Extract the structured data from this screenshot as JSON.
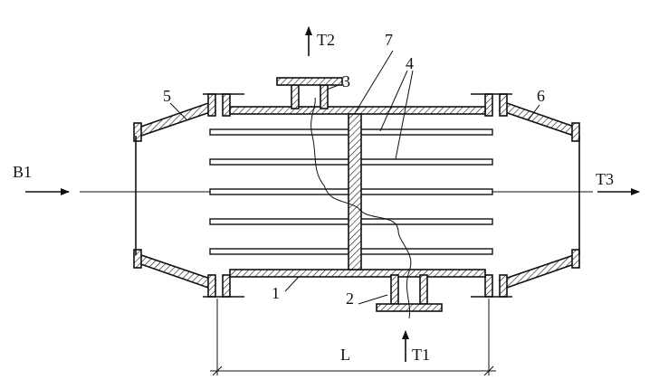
{
  "labels": {
    "b1": "B1",
    "t1": "T1",
    "t2": "T2",
    "t3": "T3",
    "l": "L",
    "n1": "1",
    "n2": "2",
    "n3": "3",
    "n4": "4",
    "n5": "5",
    "n6": "6",
    "n7": "7"
  },
  "style": {
    "ink": "#111111",
    "paper": "#ffffff"
  }
}
